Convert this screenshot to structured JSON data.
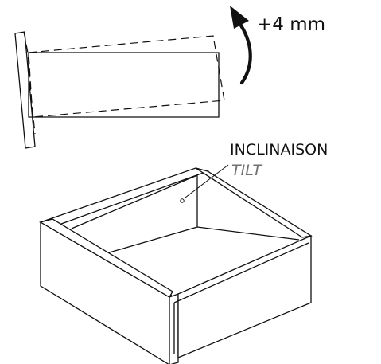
{
  "labels": {
    "adjustment": "+4 mm",
    "tilt_fr": "INCLINAISON",
    "tilt_en": "TILT"
  },
  "colors": {
    "ink": "#111111",
    "italic_label": "#6f6f6f",
    "background": "#ffffff"
  },
  "icons": {
    "adjustment_arrow": "curved-up-arrow-icon"
  }
}
